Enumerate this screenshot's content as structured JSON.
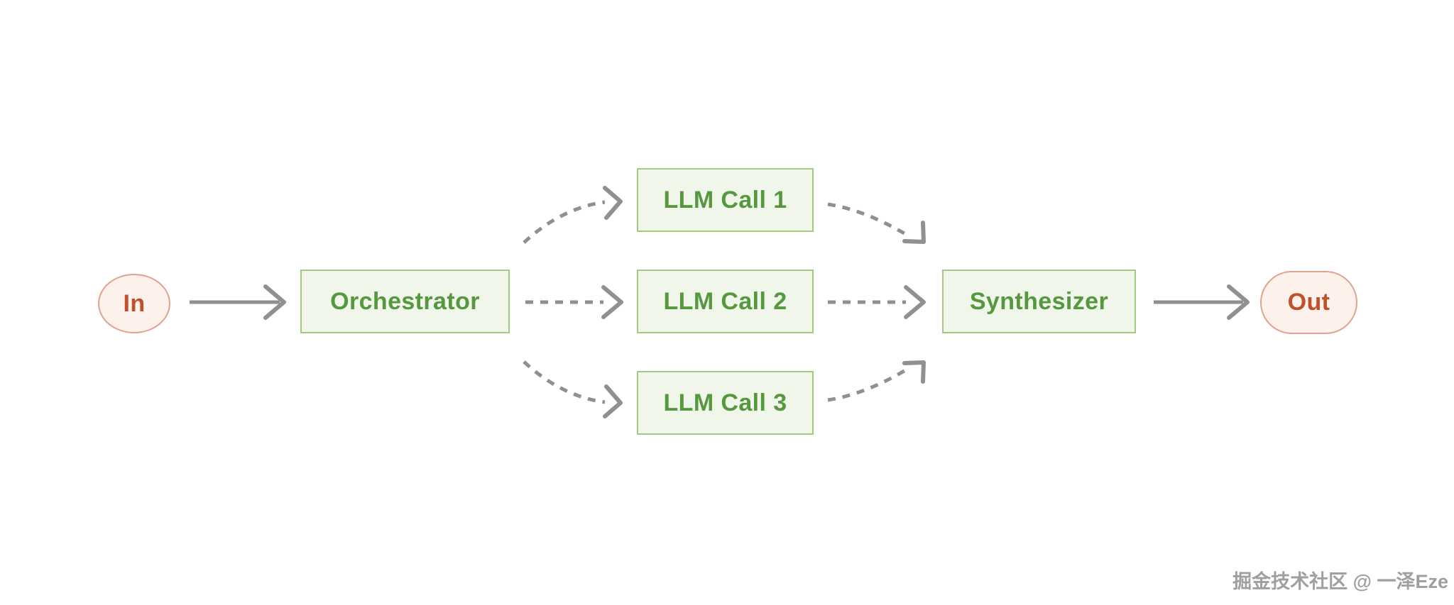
{
  "diagram": {
    "type": "flowchart",
    "nodes": {
      "in": {
        "label": "In",
        "shape": "circle",
        "theme": "pink"
      },
      "orchestrator": {
        "label": "Orchestrator",
        "shape": "rect",
        "theme": "green"
      },
      "llm_call_1": {
        "label": "LLM Call 1",
        "shape": "rect",
        "theme": "green"
      },
      "llm_call_2": {
        "label": "LLM Call 2",
        "shape": "rect",
        "theme": "green"
      },
      "llm_call_3": {
        "label": "LLM Call 3",
        "shape": "rect",
        "theme": "green"
      },
      "synthesizer": {
        "label": "Synthesizer",
        "shape": "rect",
        "theme": "green"
      },
      "out": {
        "label": "Out",
        "shape": "pill",
        "theme": "pink"
      }
    },
    "edges": [
      {
        "from": "in",
        "to": "orchestrator",
        "style": "solid"
      },
      {
        "from": "orchestrator",
        "to": "llm_call_1",
        "style": "dashed"
      },
      {
        "from": "orchestrator",
        "to": "llm_call_2",
        "style": "dashed"
      },
      {
        "from": "orchestrator",
        "to": "llm_call_3",
        "style": "dashed"
      },
      {
        "from": "llm_call_1",
        "to": "synthesizer",
        "style": "dashed"
      },
      {
        "from": "llm_call_2",
        "to": "synthesizer",
        "style": "dashed"
      },
      {
        "from": "llm_call_3",
        "to": "synthesizer",
        "style": "dashed"
      },
      {
        "from": "synthesizer",
        "to": "out",
        "style": "solid"
      }
    ]
  },
  "colors": {
    "green_fill": "#f0f6ea",
    "green_border": "#a6c982",
    "green_text": "#56983e",
    "pink_fill": "#fdf1ec",
    "pink_border": "#dfa390",
    "red_text": "#c04f2c",
    "arrow": "#909090",
    "watermark": "#9f9f9f",
    "background": "#ffffff"
  },
  "watermark": {
    "text": "掘金技术社区 @ 一泽Eze"
  }
}
